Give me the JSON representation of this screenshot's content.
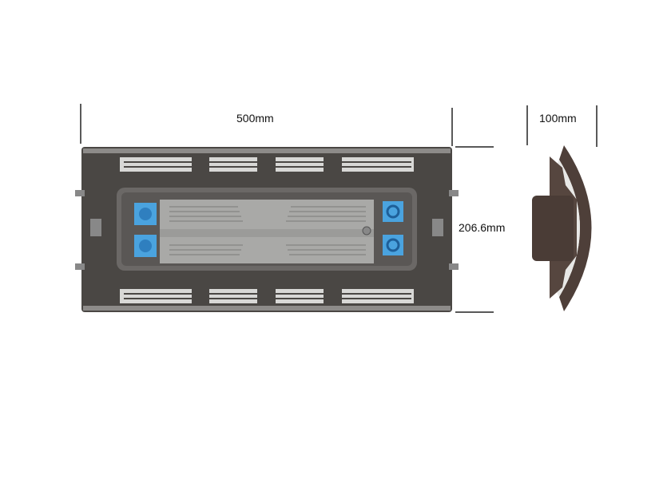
{
  "dimensions": {
    "width_label": "500mm",
    "height_label": "206.6mm",
    "depth_label": "100mm"
  },
  "colors": {
    "frame": "#4a4744",
    "frame_light": "#d8d8d6",
    "heatsink": "#a9a9a7",
    "connector": "#4aa3df",
    "side_body": "#56463f"
  }
}
